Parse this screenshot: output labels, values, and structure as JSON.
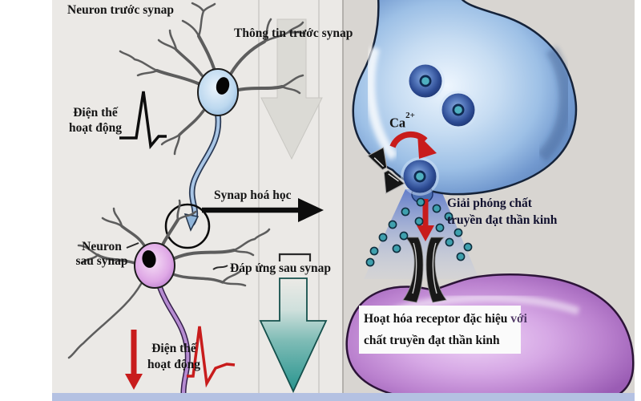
{
  "labels": {
    "presynaptic_neuron": "Neuron trước synap",
    "presynaptic_info": "Thông tin trước synap",
    "action_potential_top": {
      "line1": "Điện thế",
      "line2": "hoạt động"
    },
    "chemical_synapse": "Synap hoá học",
    "postsynaptic_neuron": {
      "line1": "Neuron",
      "line2": "sau synap"
    },
    "postsynaptic_response": "Đáp ứng sau synap",
    "action_potential_bottom": {
      "line1": "Điện thế",
      "line2": "hoạt động"
    },
    "calcium": {
      "symbol": "Ca",
      "charge": "2+"
    },
    "transmitter_release": {
      "line1": "Giải phóng chất",
      "line2": "truyền đạt thần kinh"
    },
    "receptor_activation": {
      "line1": "Hoạt hóa receptor đặc hiệu",
      "line1_overflow": "với",
      "line2": "chất truyền đạt thần kinh"
    }
  },
  "colors": {
    "presynaptic_terminal_blue": "#9dc0e6",
    "postsynaptic_cell_purple": "#bb82cf",
    "vesicle_blue": "#2d4f96",
    "neurotransmitter_teal": "#3fa0ae",
    "signal_red": "#c81c1c",
    "response_arrow_teal": "#27948e",
    "info_arrow_gray": "#dbdad5",
    "bottom_strip_blue": "#b4c1e2"
  }
}
